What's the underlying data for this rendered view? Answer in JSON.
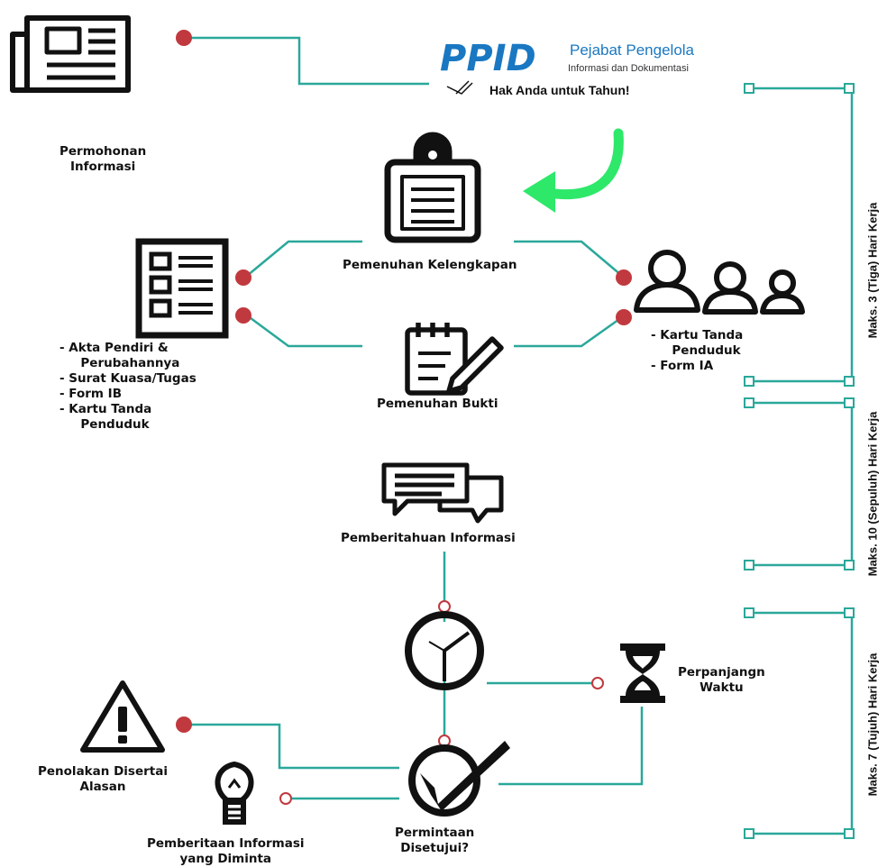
{
  "header": {
    "logo_text": "PPID",
    "logo_title": "Pejabat Pengelola",
    "logo_subtitle": "Informasi dan Dokumentasi",
    "tagline": "Hak Anda untuk Tahun!"
  },
  "colors": {
    "line": "#2aa89a",
    "node_fill": "#c0393e",
    "arrow": "#2ee86a",
    "logo": "#1a78c2",
    "icon": "#111111"
  },
  "steps": {
    "request": "Permohonan\nInformasi",
    "completeness": "Pemenuhan Kelengkapan",
    "evidence": "Pemenuhan Bukti",
    "notification": "Pemberitahuan Informasi",
    "extension": "Perpanjangn\nWaktu",
    "rejection": "Penolakan Disertai\nAlasan",
    "approved": "Permintaan\nDisetujui?",
    "provided": "Pemberitaan Informasi\nyang Diminta"
  },
  "docs_institution": [
    "- Akta Pendiri &\n  Perubahannya",
    "- Surat Kuasa/Tugas",
    "- Form IB",
    "- Kartu Tanda\n  Penduduk"
  ],
  "docs_individual": [
    "- Kartu Tanda\n  Penduduk",
    "- Form IA"
  ],
  "timeline": [
    {
      "label": "Maks. 3 (Tiga) Hari Kerja"
    },
    {
      "label": "Maks. 10 (Sepuluh) Hari Kerja"
    },
    {
      "label": "Maks. 7 (Tujuh) Hari Kerja"
    }
  ],
  "icons": [
    "newspaper-icon",
    "clipboard-icon",
    "checklist-form-icon",
    "users-icon",
    "notepad-pen-icon",
    "chat-bubbles-icon",
    "clock-icon",
    "hourglass-icon",
    "warning-icon",
    "lightbulb-icon",
    "checkmark-icon",
    "curved-arrow-icon"
  ]
}
